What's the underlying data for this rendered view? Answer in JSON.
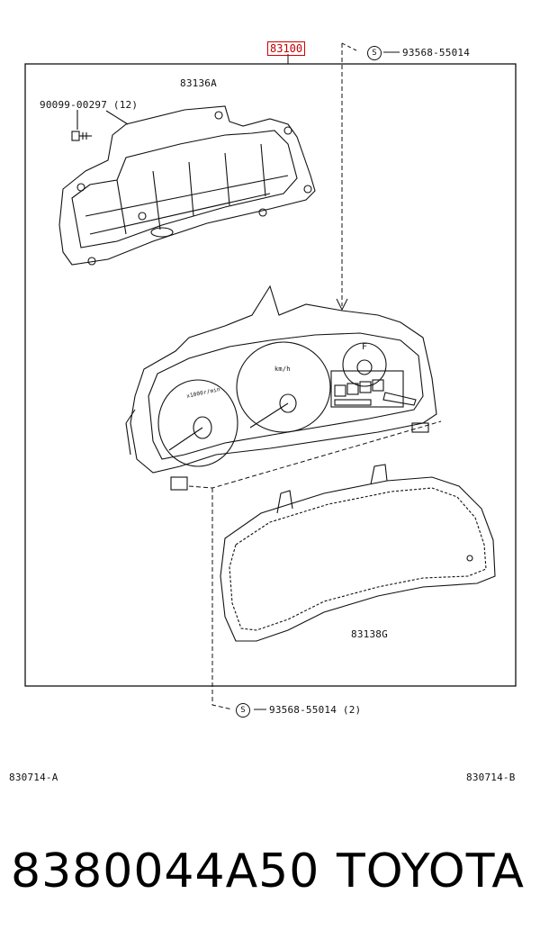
{
  "diagram": {
    "main_part": "83100",
    "screw_top": {
      "symbol": "S",
      "part": "93568-55014"
    },
    "screw_bottom": {
      "symbol": "S",
      "part": "93568-55014 (2)"
    },
    "bracket_part": "83136A",
    "bolt_part": "90099-00297 (12)",
    "lens_part": "83138G",
    "ref_left": "830714-A",
    "ref_right": "830714-B",
    "gauge_left_text": "x1000r/min",
    "gauge_center_text": "km/h",
    "fuel_letter": "F"
  },
  "footer": {
    "part_number": "8380044A50",
    "brand": "TOYOTA"
  }
}
